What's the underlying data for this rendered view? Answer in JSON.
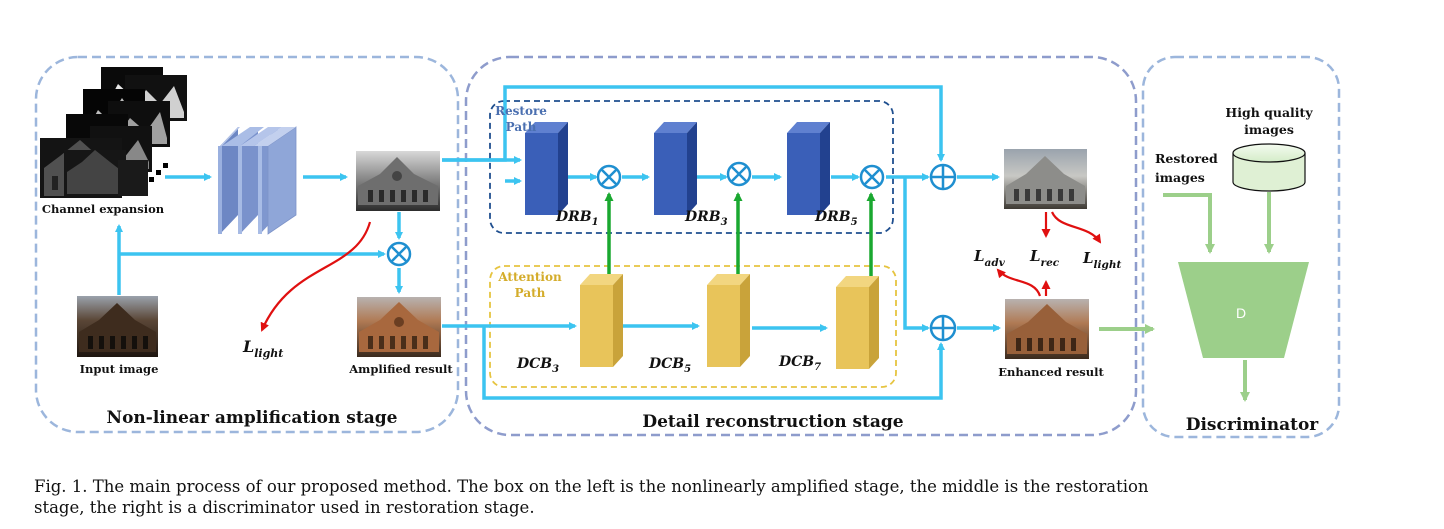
{
  "labels": {
    "channel_expansion": "Channel expansion",
    "input_image": "Input image",
    "amplified_result": "Amplified result",
    "enhanced_result": "Enhanced result",
    "restore_path": [
      "Restore",
      "Path"
    ],
    "attention_path": [
      "Attention",
      "Path"
    ],
    "restored_images": [
      "Restored",
      "images"
    ],
    "high_quality_images": [
      "High quality",
      "images"
    ],
    "discriminator_block": "D"
  },
  "blocks": {
    "drb": [
      {
        "base": "DRB",
        "sub": "1"
      },
      {
        "base": "DRB",
        "sub": "3"
      },
      {
        "base": "DRB",
        "sub": "5"
      }
    ],
    "dcb": [
      {
        "base": "DCB",
        "sub": "3"
      },
      {
        "base": "DCB",
        "sub": "5"
      },
      {
        "base": "DCB",
        "sub": "7"
      }
    ]
  },
  "losses": {
    "light_left": {
      "base": "L",
      "sub": "light"
    },
    "adv": {
      "base": "L",
      "sub": "adv"
    },
    "rec": {
      "base": "L",
      "sub": "rec"
    },
    "light_right": {
      "base": "L",
      "sub": "light"
    }
  },
  "stages": {
    "left": "Non-linear amplification stage",
    "middle": "Detail reconstruction stage",
    "right": "Discriminator"
  },
  "caption": {
    "line1": "Fig. 1.   The main process of our proposed method. The box on the left is the nonlinearly amplified stage, the middle is the restoration",
    "line2": "stage, the right is a discriminator used in restoration stage."
  },
  "colors": {
    "flow_arrow": "#3cc4f0",
    "attention_arrow": "#1aa830",
    "loss_arrow": "#e01010",
    "drb_block": "#3a5fb8",
    "dcb_block": "#e8c45a",
    "conv_block": "#8fa6d8",
    "stage_border": "#9cb6dc",
    "discriminator_fill": "#9ccf8a"
  }
}
